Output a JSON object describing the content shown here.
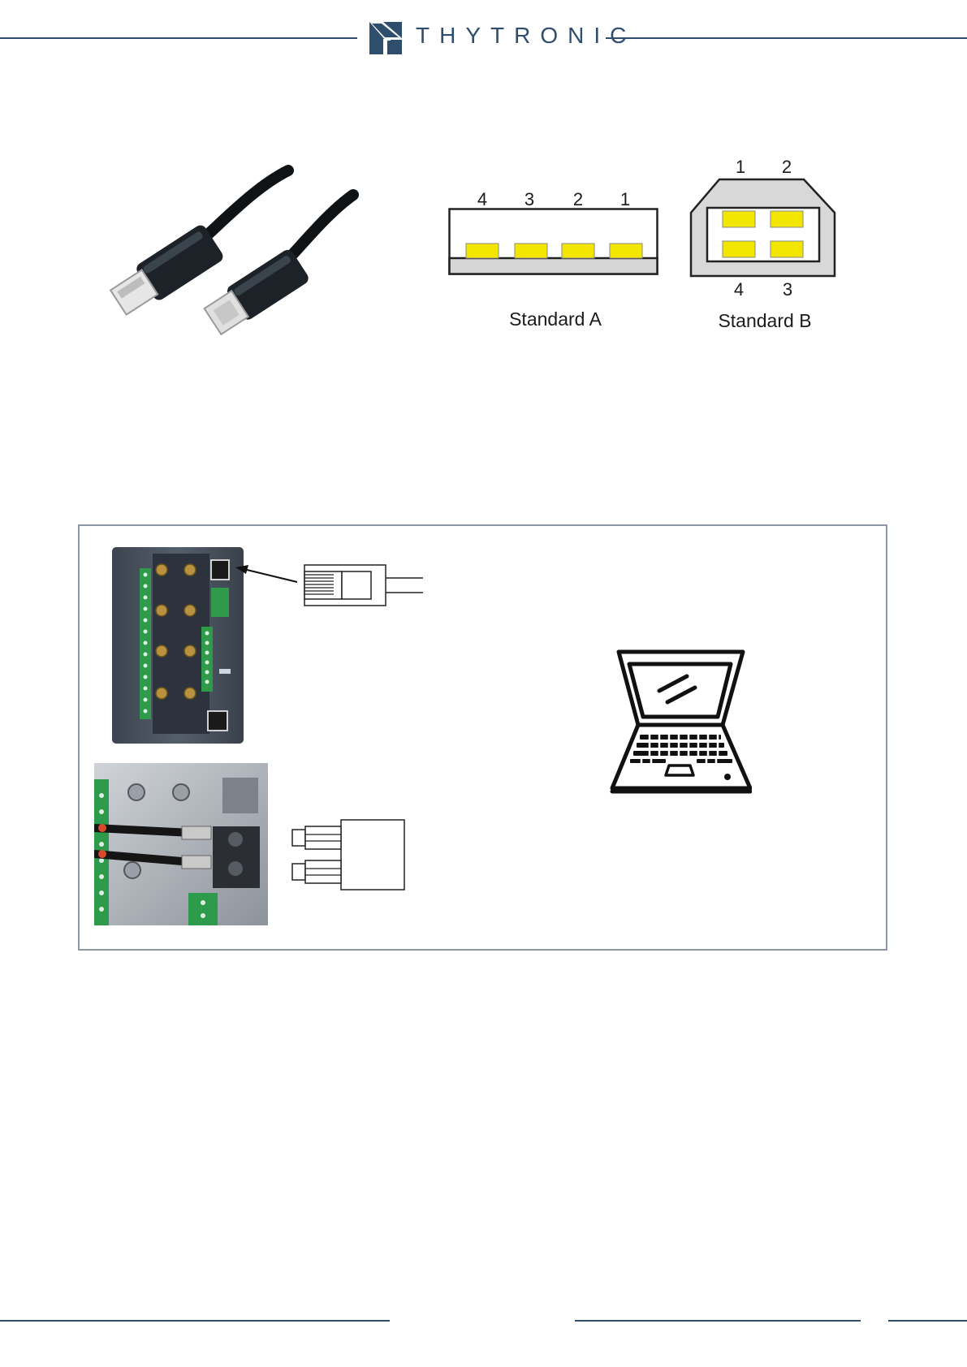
{
  "header": {
    "brand": "THYTRONIC",
    "logo_icon": "thytronic-logo-icon",
    "rule_color": "#2f4e6d"
  },
  "usb_figure": {
    "photo_icon": "usb-a-to-b-cable-photo",
    "standard_a": {
      "pins": [
        "4",
        "3",
        "2",
        "1"
      ],
      "caption": "Standard A"
    },
    "standard_b": {
      "pins_top": [
        "1",
        "2"
      ],
      "pins_bottom": [
        "4",
        "3"
      ],
      "caption": "Standard B"
    },
    "contact_color": "#f2e600"
  },
  "connection_figure": {
    "device_rear_icon": "relay-rear-panel-photo",
    "rj45_icon": "rj45-plug-icon",
    "fiber_photo_icon": "fiber-optic-connectors-photo",
    "fiber_icon": "fiber-optic-plug-icon",
    "laptop_icon": "laptop-icon",
    "frame_color": "#8d98a6"
  }
}
